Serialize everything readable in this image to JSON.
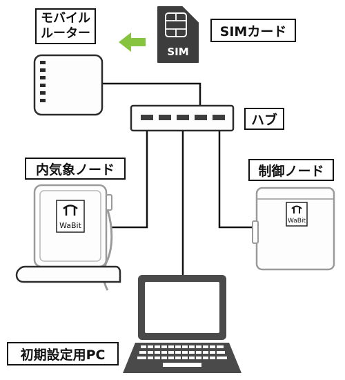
{
  "nodes": {
    "mobile_router": {
      "line1": "モバイル",
      "line2": "ルーター"
    },
    "sim_card": {
      "label": "SIMカード",
      "chip_text": "SIM"
    },
    "hub": {
      "label": "ハブ"
    },
    "weather_node": {
      "label": "内気象ノード",
      "logo": "WaBit"
    },
    "control_node": {
      "label": "制御ノード",
      "logo": "WaBit"
    },
    "setup_pc": {
      "label": "初期設定用PC"
    }
  },
  "colors": {
    "arrow": "#86c440",
    "stroke_dark": "#2b2b2b",
    "stroke_gray": "#9a9a9a",
    "device_fill": "#fdfdfd",
    "sim_fill": "#3d3d3d"
  }
}
